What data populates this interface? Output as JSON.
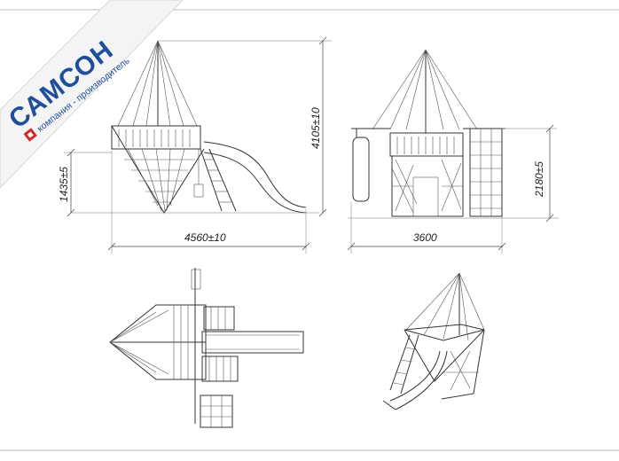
{
  "brand": {
    "name": "САМСОН",
    "tagline": "компания - производитель",
    "color": "#1f4f9c",
    "accent": "#d12a2a"
  },
  "dimensions": {
    "total_height": "4105±10",
    "platform_height": "1435±5",
    "total_length": "4560±10",
    "front_width": "3600",
    "front_height": "2180±5"
  }
}
